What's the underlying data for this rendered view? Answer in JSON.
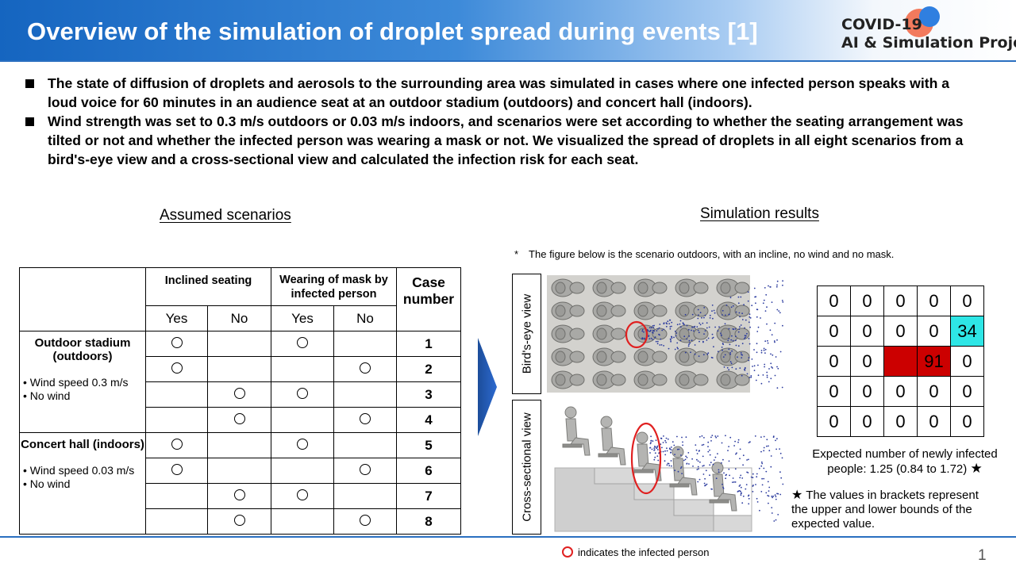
{
  "header": {
    "title": "Overview of the simulation of droplet spread during events [1]",
    "logo_line1": "COVID-19",
    "logo_line2": "AI & Simulation Project"
  },
  "bullets": [
    "The state of diffusion of droplets and aerosols to the surrounding area was simulated in cases where one infected person speaks with a loud voice for 60 minutes in an audience seat at an outdoor stadium (outdoors) and concert hall (indoors).",
    "Wind strength was set to 0.3 m/s outdoors or 0.03 m/s indoors, and scenarios were set according to whether the seating arrangement was tilted or not and whether the infected person was wearing a mask or not. We visualized the spread of droplets in all eight scenarios from a bird's-eye view and a cross-sectional view and calculated the infection risk for each seat."
  ],
  "scenarios": {
    "heading": "Assumed scenarios",
    "col_inclined": "Inclined seating",
    "col_mask": "Wearing of mask by infected person",
    "col_case": "Case number",
    "yes": "Yes",
    "no": "No",
    "outdoor_name": "Outdoor stadium (outdoors)",
    "outdoor_detail1": "• Wind speed 0.3 m/s",
    "outdoor_detail2": "• No wind",
    "indoor_name": "Concert hall (indoors)",
    "indoor_detail1": "• Wind speed 0.03 m/s",
    "indoor_detail2": "• No wind",
    "case_numbers": [
      "1",
      "2",
      "3",
      "4",
      "5",
      "6",
      "7",
      "8"
    ]
  },
  "results": {
    "heading": "Simulation results",
    "footnote": "*　The figure below is the scenario outdoors, with an incline, no wind and no mask.",
    "birds_eye_label": "Bird's-eye view",
    "cross_section_label": "Cross-sectional view",
    "grid": [
      [
        "0",
        "0",
        "0",
        "0",
        "0"
      ],
      [
        "0",
        "0",
        "0",
        "0",
        "34"
      ],
      [
        "0",
        "0",
        "",
        "91",
        "0"
      ],
      [
        "0",
        "0",
        "0",
        "0",
        "0"
      ],
      [
        "0",
        "0",
        "0",
        "0",
        "0"
      ]
    ],
    "expected_line1": "Expected number of newly infected",
    "expected_line2": "people: 1.25 (0.84 to 1.72)",
    "star_note_line1": "The values in brackets represent",
    "star_note_line2": "the upper and lower bounds of the",
    "star_note_line3": "expected value.",
    "legend": "indicates the infected person",
    "colors": {
      "red_cell": "#cc0000",
      "cyan_cell": "#2ee6e6",
      "infected_marker": "#e02020",
      "droplet": "#2a3a9e"
    }
  },
  "page_number": "1"
}
